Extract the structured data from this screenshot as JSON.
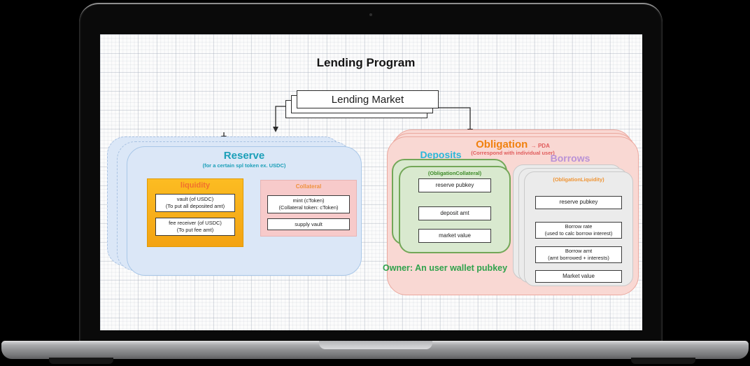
{
  "diagram": {
    "title": "Lending Program",
    "lending_market": {
      "label": "Lending Market"
    },
    "reserve": {
      "title": "Reserve",
      "subtitle": "(for a certain spl token ex. USDC)",
      "liquidity": {
        "title": "liquidity",
        "fields": [
          {
            "line1": "vault (of USDC)",
            "line2": "(To put all deposited amt)"
          },
          {
            "line1": "fee receiver (of USDC)",
            "line2": "(To put fee amt)"
          }
        ]
      },
      "collateral": {
        "title": "Collateral",
        "fields": [
          {
            "line1": "mint (cToken)",
            "line2": "(Collateral token: cToken)"
          },
          {
            "line1": "supply vault"
          }
        ]
      }
    },
    "obligation": {
      "title": "Obligation",
      "title_suffix": "→ PDA",
      "subtitle": "(Correspond with individual user)",
      "deposits_label": "Deposits",
      "borrows_label": "Borrows",
      "obligation_collateral": {
        "title": "(ObligationCollateral)",
        "fields": [
          {
            "line1": "reserve pubkey"
          },
          {
            "line1": "deposit amt"
          },
          {
            "line1": "market value"
          }
        ]
      },
      "obligation_liquidity": {
        "title": "(ObligationLiquidity)",
        "fields": [
          {
            "line1": "reserve pubkey"
          },
          {
            "line1": "Borrow rate",
            "line2": "(used to calc borrow interest)"
          },
          {
            "line1": "Borrow amt",
            "line2": "(amt borrowed + interests)"
          },
          {
            "line1": "Market value"
          }
        ]
      },
      "owner_label": "Owner: An user wallet pubkey"
    },
    "colors": {
      "reserve_fill": "#dbe7f7",
      "reserve_title": "#1b9fb8",
      "liquidity_fill": "#f5a716",
      "liquidity_title": "#f2712d",
      "collateral_fill": "#f7caca",
      "collateral_title": "#ef913d",
      "obligation_fill": "#f9d8d3",
      "obligation_title": "#f0810f",
      "deposits_label": "#29b7d9",
      "borrows_label": "#b992d6",
      "obligation_collateral_fill": "#d9e9cf",
      "obligation_collateral_border": "#73a758",
      "obligation_collateral_title": "#3d8b28",
      "obligation_liquidity_fill": "#ebebeb",
      "obligation_liquidity_title": "#ef9434",
      "owner_text": "#2fa24c"
    }
  }
}
